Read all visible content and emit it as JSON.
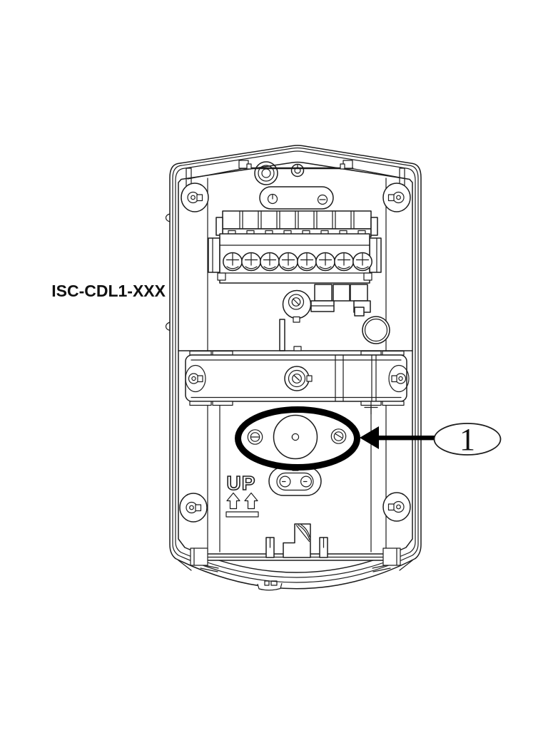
{
  "theme": {
    "background": "#ffffff",
    "line_color": "#1c1c1c",
    "text_color": "#111111",
    "highlight_color": "#000000"
  },
  "figure": {
    "model_label": "ISC-CDL1-XXX",
    "orientation_label": "UP",
    "callout_number": "1",
    "terminal_count": 8
  }
}
